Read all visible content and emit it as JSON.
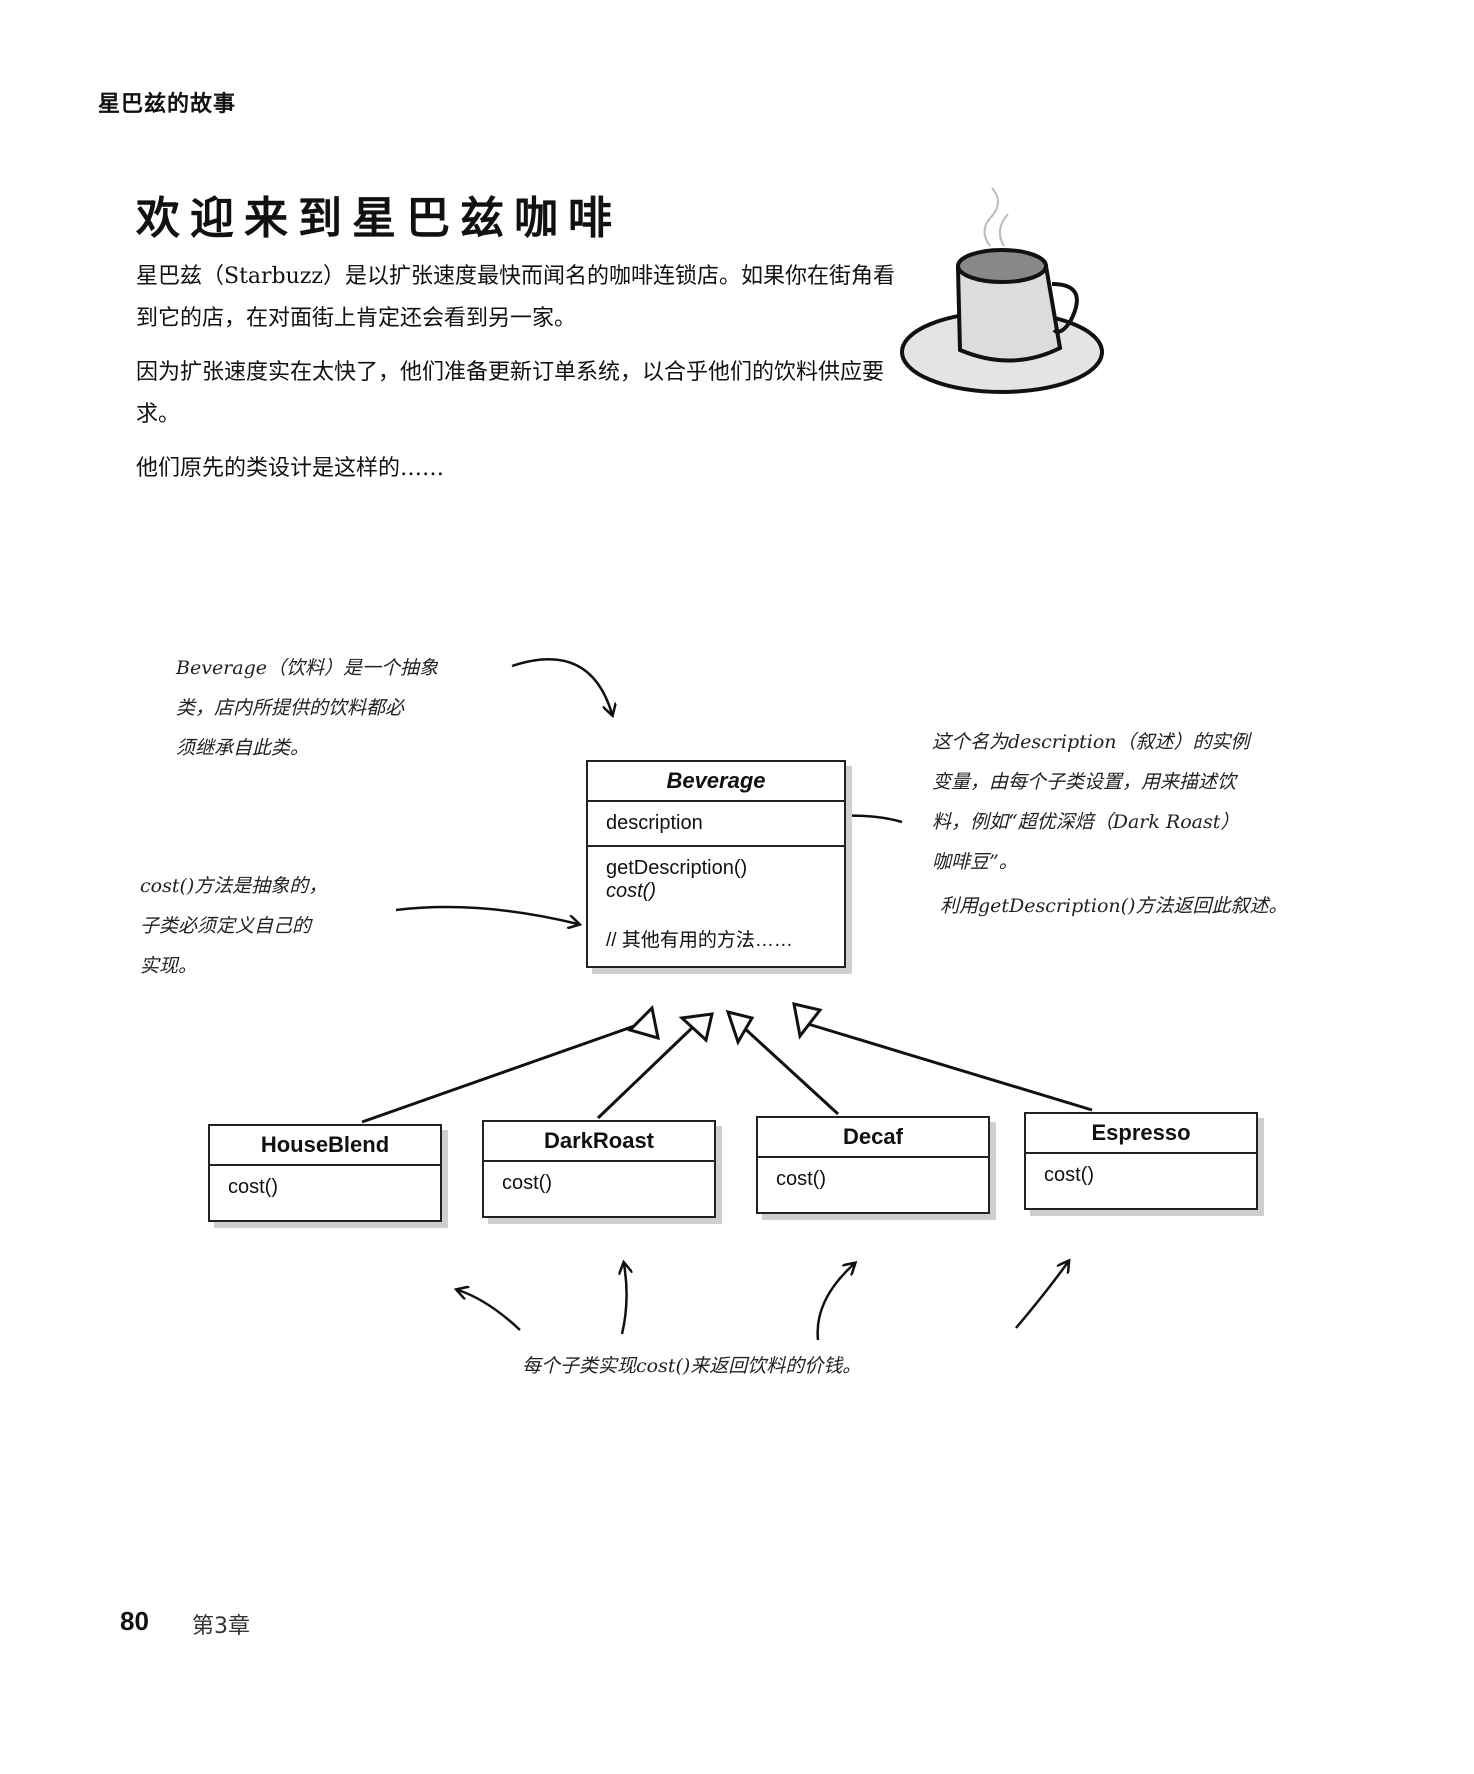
{
  "running_head": "星巴兹的故事",
  "title": "欢迎来到星巴兹咖啡",
  "intro": {
    "p1": "星巴兹（Starbuzz）是以扩张速度最快而闻名的咖啡连锁店。如果你在街角看到它的店，在对面街上肯定还会看到另一家。",
    "p2": "因为扩张速度实在太快了，他们准备更新订单系统，以合乎他们的饮料供应要求。",
    "p3": "他们原先的类设计是这样的……"
  },
  "notes": {
    "beverage_abstract": [
      "Beverage（饮料）是一个抽象",
      "类，店内所提供的饮料都必",
      "须继承自此类。"
    ],
    "cost_abstract": [
      "cost()方法是抽象的，",
      "子类必须定义自己的",
      "实现。"
    ],
    "description_var": [
      "这个名为description（叙述）的实例",
      "变量，由每个子类设置，用来描述饮",
      "料，例如“超优深焙（Dark Roast）",
      "咖啡豆”。"
    ],
    "get_description": "利用getDescription()方法返回此叙述。",
    "subclass_cost": "每个子类实现cost()来返回饮料的价钱。"
  },
  "uml": {
    "beverage": {
      "name": "Beverage",
      "field": "description",
      "method1": "getDescription()",
      "method2": "cost()",
      "comment": "// 其他有用的方法……"
    },
    "subclasses": [
      {
        "name": "HouseBlend",
        "method": "cost()"
      },
      {
        "name": "DarkRoast",
        "method": "cost()"
      },
      {
        "name": "Decaf",
        "method": "cost()"
      },
      {
        "name": "Espresso",
        "method": "cost()"
      }
    ]
  },
  "footer": {
    "page_number": "80",
    "chapter": "第3章"
  }
}
